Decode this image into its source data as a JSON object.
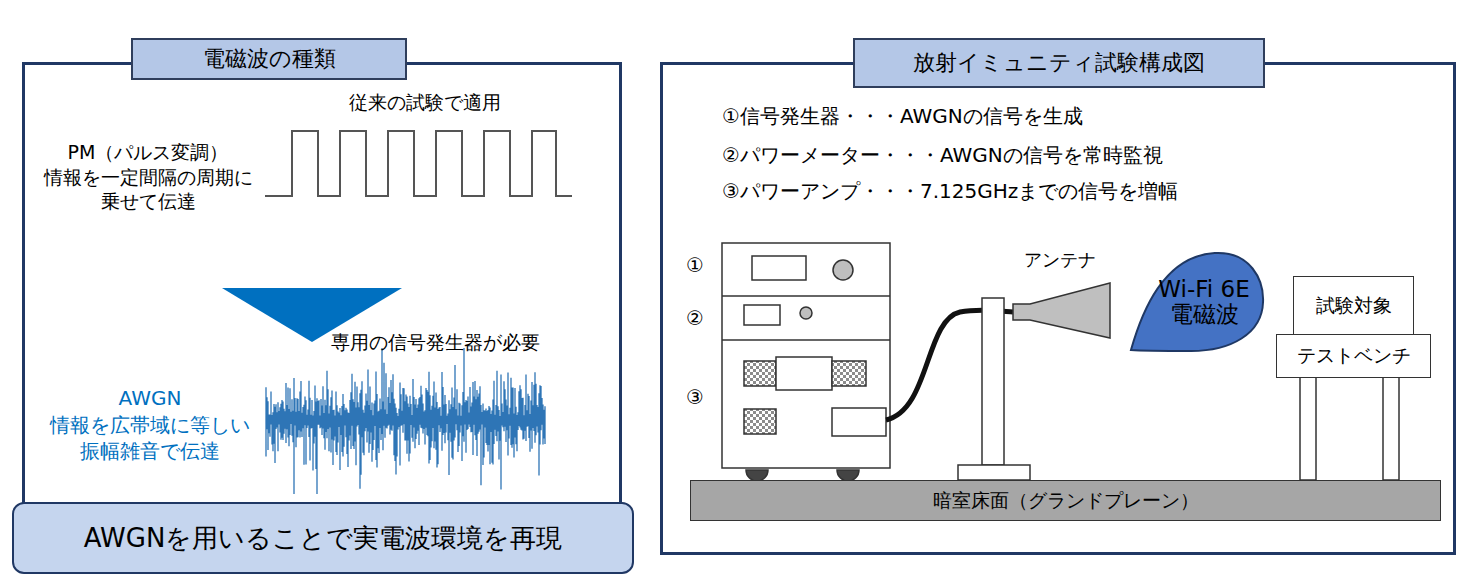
{
  "diagram": {
    "nodes": [
      {
        "text": [
          "電磁波の種類"
        ]
      },
      {
        "text": [
          "AWGNを用いることで実電波環境を再現"
        ]
      },
      {
        "text": [
          "放射イミュニティ試験構成図"
        ]
      },
      {
        "text": [
          "Wi-Fi 6E 電磁波"
        ],
        "in": 2
      },
      {
        "text": [
          "試験対象"
        ],
        "in": 2
      },
      {
        "text": [
          "テストベンチ"
        ],
        "in": 2
      },
      {
        "text": [
          "暗室床面（グランドプレーン）"
        ],
        "in": 2
      }
    ],
    "labels": [
      "従来の試験で適用",
      "PM（パルス変調） 情報を一定間隔の周期に 乗せて伝達",
      "専用の信号発生器が必要",
      "AWGN",
      "情報を広帯域に等しい 振幅雑音で伝達",
      "①信号発生器・・・AWGNの信号を生成",
      "②パワーメーター・・・AWGNの信号を常時監視",
      "③パワーアンプ・・・7.125GHzまでの信号を増幅",
      "①",
      "②",
      "③",
      "アンテナ"
    ]
  }
}
